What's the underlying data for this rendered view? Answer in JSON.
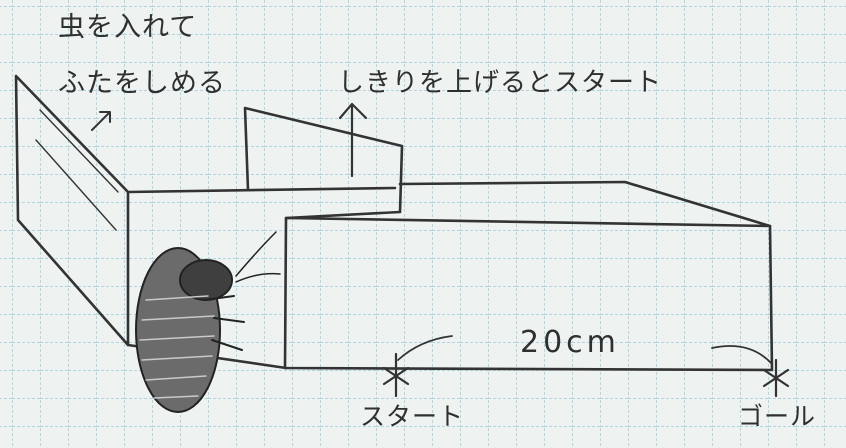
{
  "annotations": {
    "lid_instruction_line1": "虫を入れて",
    "lid_instruction_line2": "ふたをしめる",
    "start_instruction": "しきりを上げるとスタート",
    "distance": "20cm",
    "start_label": "スタート",
    "goal_label": "ゴール"
  },
  "colors": {
    "paper": "#eef3f2",
    "grid": "#8ac2d8",
    "pencil": "#333333"
  }
}
